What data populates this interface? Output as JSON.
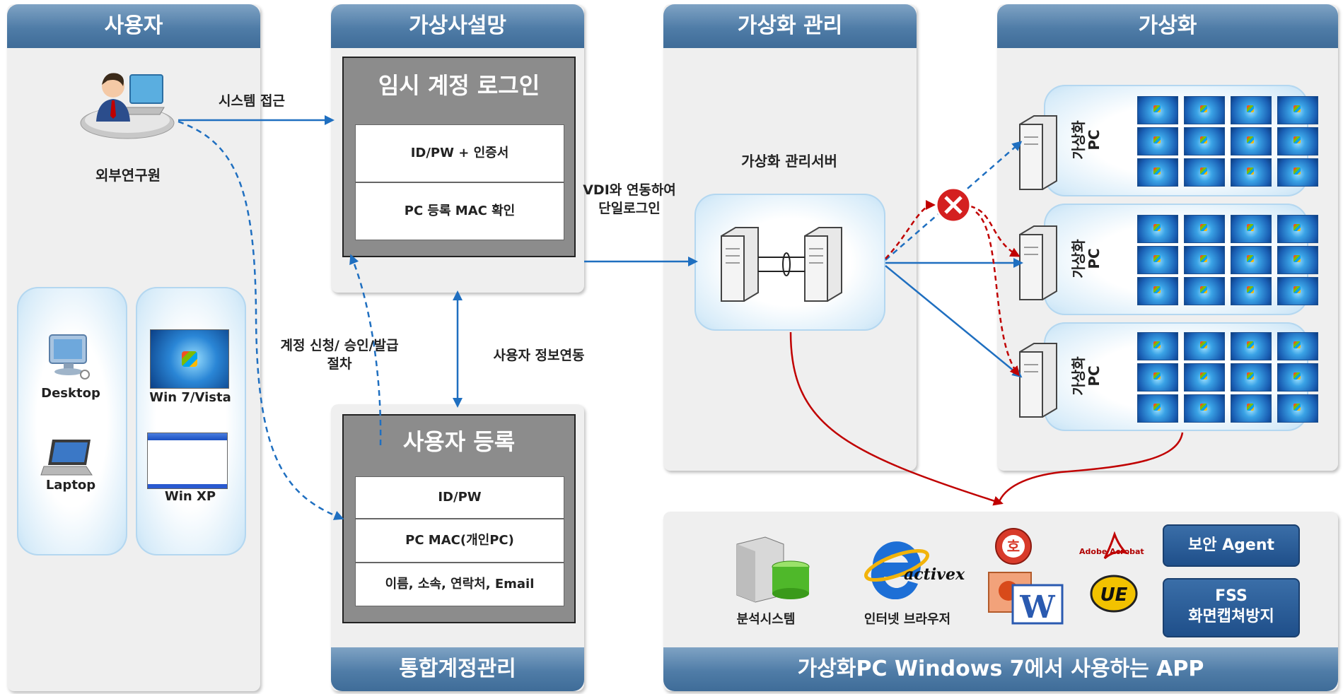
{
  "columns": {
    "user": "사용자",
    "vpn": "가상사설망",
    "mgmt": "가상화 관리",
    "virt": "가상화",
    "account": "통합계정관리",
    "apps": "가상화PC Windows 7에서 사용하는 APP"
  },
  "user": {
    "person": "외부연구원",
    "devices": [
      "Desktop",
      "Laptop"
    ],
    "os": [
      "Win 7/Vista",
      "Win XP"
    ]
  },
  "login_box": {
    "title": "임시 계정 로그인",
    "rows": [
      "ID/PW + 인증서",
      "PC 등록 MAC 확인"
    ]
  },
  "register_box": {
    "title": "사용자 등록",
    "rows": [
      "ID/PW",
      "PC MAC(개인PC)",
      "이름, 소속, 연락처, Email"
    ]
  },
  "arrows": {
    "system_access": "시스템 접근",
    "account_proc_1": "계정 신청/ 승인/발급",
    "account_proc_2": "절차",
    "user_info": "사용자 정보연동",
    "vdi_1": "VDI와 연동하여",
    "vdi_2": "단일로그인"
  },
  "mgmt": {
    "server": "가상화 관리서버"
  },
  "virt": {
    "group_label_1": "가상화",
    "group_label_2": "PC"
  },
  "apps": {
    "analysis": "분석시스템",
    "browser": "인터넷 브라우저",
    "activex": "activex",
    "acrobat": "Adobe Acrobat",
    "ue": "UE",
    "security_agent": "보안 Agent",
    "fss_1": "FSS",
    "fss_2": "화면캡쳐방지"
  },
  "colors": {
    "header": "#4f7ca7",
    "arrow_blue": "#1f6fc0",
    "arrow_red": "#c00000",
    "panel": "#efefef"
  }
}
